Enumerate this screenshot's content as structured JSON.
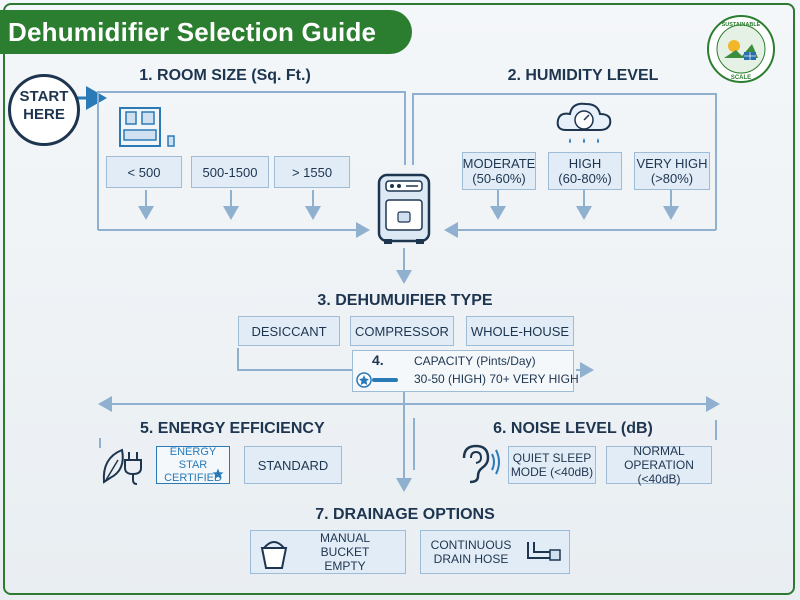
{
  "title": "Dehumidifier Selection Guide",
  "logo": {
    "top_text": "SUSTAINABLE",
    "bottom_text": "SCALE"
  },
  "start": {
    "line1": "START",
    "line2": "HERE"
  },
  "sections": {
    "room_size": {
      "heading": "1. ROOM SIZE (Sq. Ft.)",
      "options": [
        "< 500",
        "500-1500",
        "> 1550"
      ]
    },
    "humidity": {
      "heading": "2. HUMIDITY LEVEL",
      "options": [
        {
          "line1": "MODERATE",
          "line2": "(50-60%)"
        },
        {
          "line1": "HIGH",
          "line2": "(60-80%)"
        },
        {
          "line1": "VERY HIGH",
          "line2": "(>80%)"
        }
      ]
    },
    "type": {
      "heading": "3. DEHUMUIFIER TYPE",
      "options": [
        "DESICCANT",
        "COMPRESSOR",
        "WHOLE-HOUSE"
      ]
    },
    "capacity": {
      "number": "4.",
      "title": "CAPACITY (Pints/Day)",
      "range": "30-50 (HIGH) 70+ VERY HIGH"
    },
    "energy": {
      "heading": "5. ENERGY EFFICIENCY",
      "energy_star": {
        "line1": "ENERGY STAR",
        "line2": "CERTIFIED"
      },
      "standard": "STANDARD"
    },
    "noise": {
      "heading": "6. NOISE LEVEL (dB)",
      "options": [
        {
          "line1": "QUIET SLEEP",
          "line2": "MODE (<40dB)"
        },
        {
          "line1": "NORMAL",
          "line2": "OPERATION (<40dB)"
        }
      ]
    },
    "drainage": {
      "heading": "7. DRAINAGE OPTIONS",
      "options": [
        {
          "line1": "MANUAL BUCKET",
          "line2": "EMPTY"
        },
        {
          "line1": "CONTINUOUS",
          "line2": "DRAIN HOSE"
        }
      ]
    }
  },
  "colors": {
    "banner": "#2b7d2f",
    "text": "#1e3550",
    "box_fill": "#e1ecf6",
    "box_border": "#9fbcd6",
    "connector": "#8fb0cf"
  },
  "icons": [
    "room-icon",
    "dehumidifier-icon",
    "cloud-gauge-icon",
    "leaf-icon",
    "plug-icon",
    "ear-icon",
    "bucket-icon",
    "drain-hose-icon",
    "star-icon",
    "globe-logo-icon"
  ]
}
